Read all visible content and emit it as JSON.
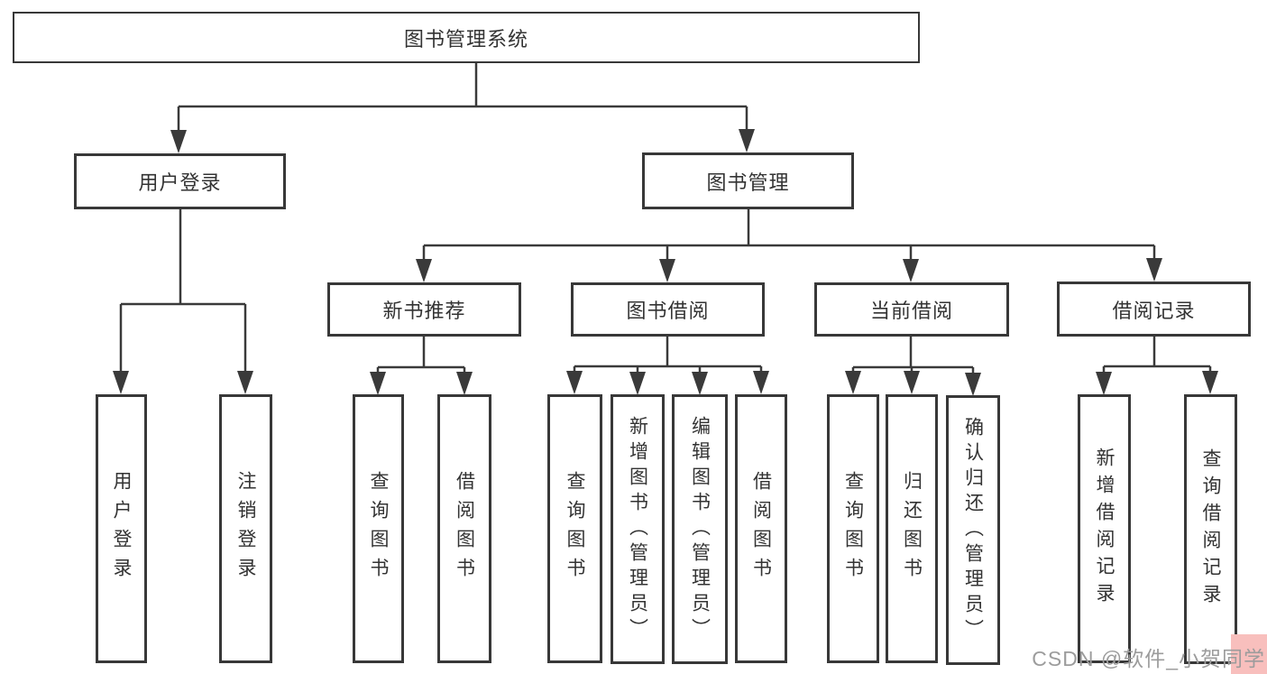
{
  "diagram_title": "图书管理系统",
  "nodes": {
    "root": "图书管理系统",
    "user_login": "用户登录",
    "book_management": "图书管理",
    "new_book_recommend": "新书推荐",
    "book_borrow": "图书借阅",
    "current_borrow": "当前借阅",
    "borrow_records": "借阅记录",
    "ul_user_login": "用户登录",
    "ul_logout": "注销登录",
    "nb_query_book": "查询图书",
    "nb_borrow_book": "借阅图书",
    "bb_query_book": "查询图书",
    "bb_add_book": "新增图书（管理员）",
    "bb_edit_book": "编辑图书（管理员）",
    "bb_borrow_book": "借阅图书",
    "cb_query_book": "查询图书",
    "cb_return_book": "归还图书",
    "cb_confirm_return": "确认归还（管理员）",
    "br_add_record": "新增借阅记录",
    "br_query_record": "查询借阅记录"
  },
  "watermark": {
    "text": "CSDN @软件_小贺同学",
    "text_color": "#9c9c9c",
    "highlight_color": "#f8bfbd"
  },
  "colors": {
    "line": "#3a3a3a",
    "box_border": "#383838",
    "text": "#333333",
    "background": "#ffffff"
  }
}
